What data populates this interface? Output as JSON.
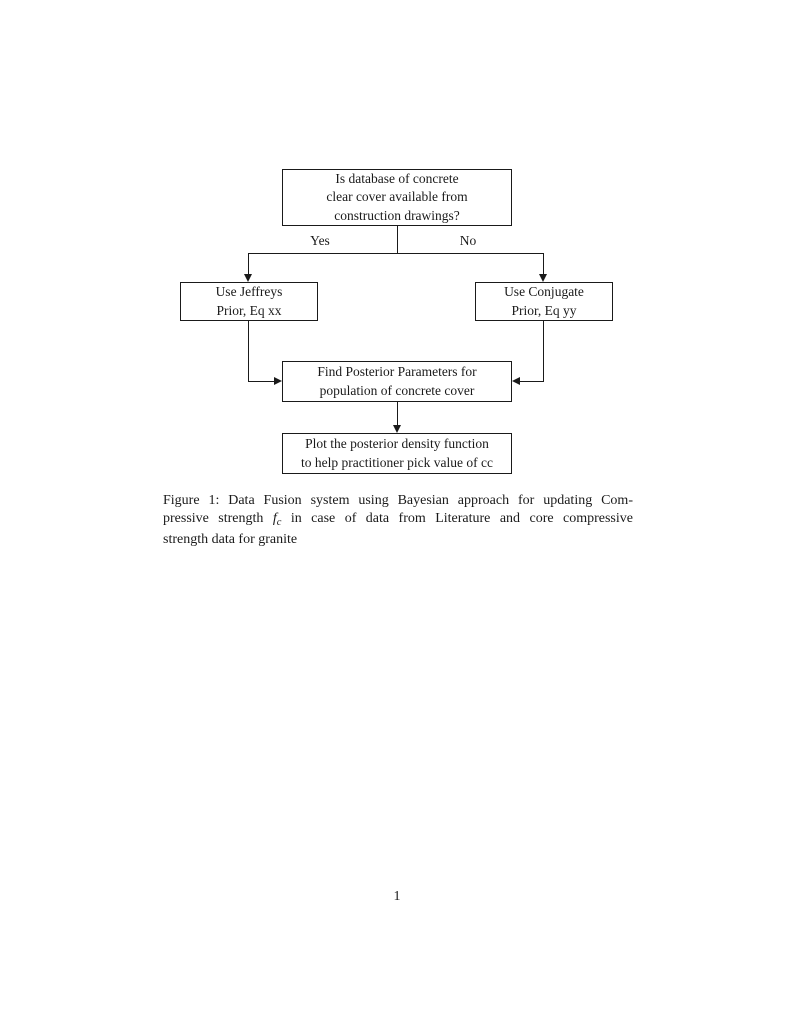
{
  "colors": {
    "ink": "#1a1a1a",
    "paper": "#ffffff"
  },
  "flowchart": {
    "decision": {
      "line1": "Is database of concrete",
      "line2": "clear cover available from",
      "line3": "construction drawings?"
    },
    "yes_label": "Yes",
    "no_label": "No",
    "jeffreys": {
      "line1": "Use Jeffreys",
      "line2": "Prior, Eq xx"
    },
    "conjugate": {
      "line1": "Use Conjugate",
      "line2": "Prior, Eq yy"
    },
    "posterior": {
      "line1": "Find Posterior Parameters for",
      "line2": "population of concrete cover"
    },
    "plot": {
      "line1": "Plot the posterior density function",
      "line2": "to help practitioner pick value of cc"
    }
  },
  "caption": {
    "line1": "Figure 1: Data Fusion system using Bayesian approach for updating Com-",
    "line2_pre": "pressive strength ",
    "line2_math_base": "f",
    "line2_math_sub": "c",
    "line2_post": " in case of data from Literature and core compressive",
    "line3": "strength data for granite"
  },
  "page_number": "1"
}
